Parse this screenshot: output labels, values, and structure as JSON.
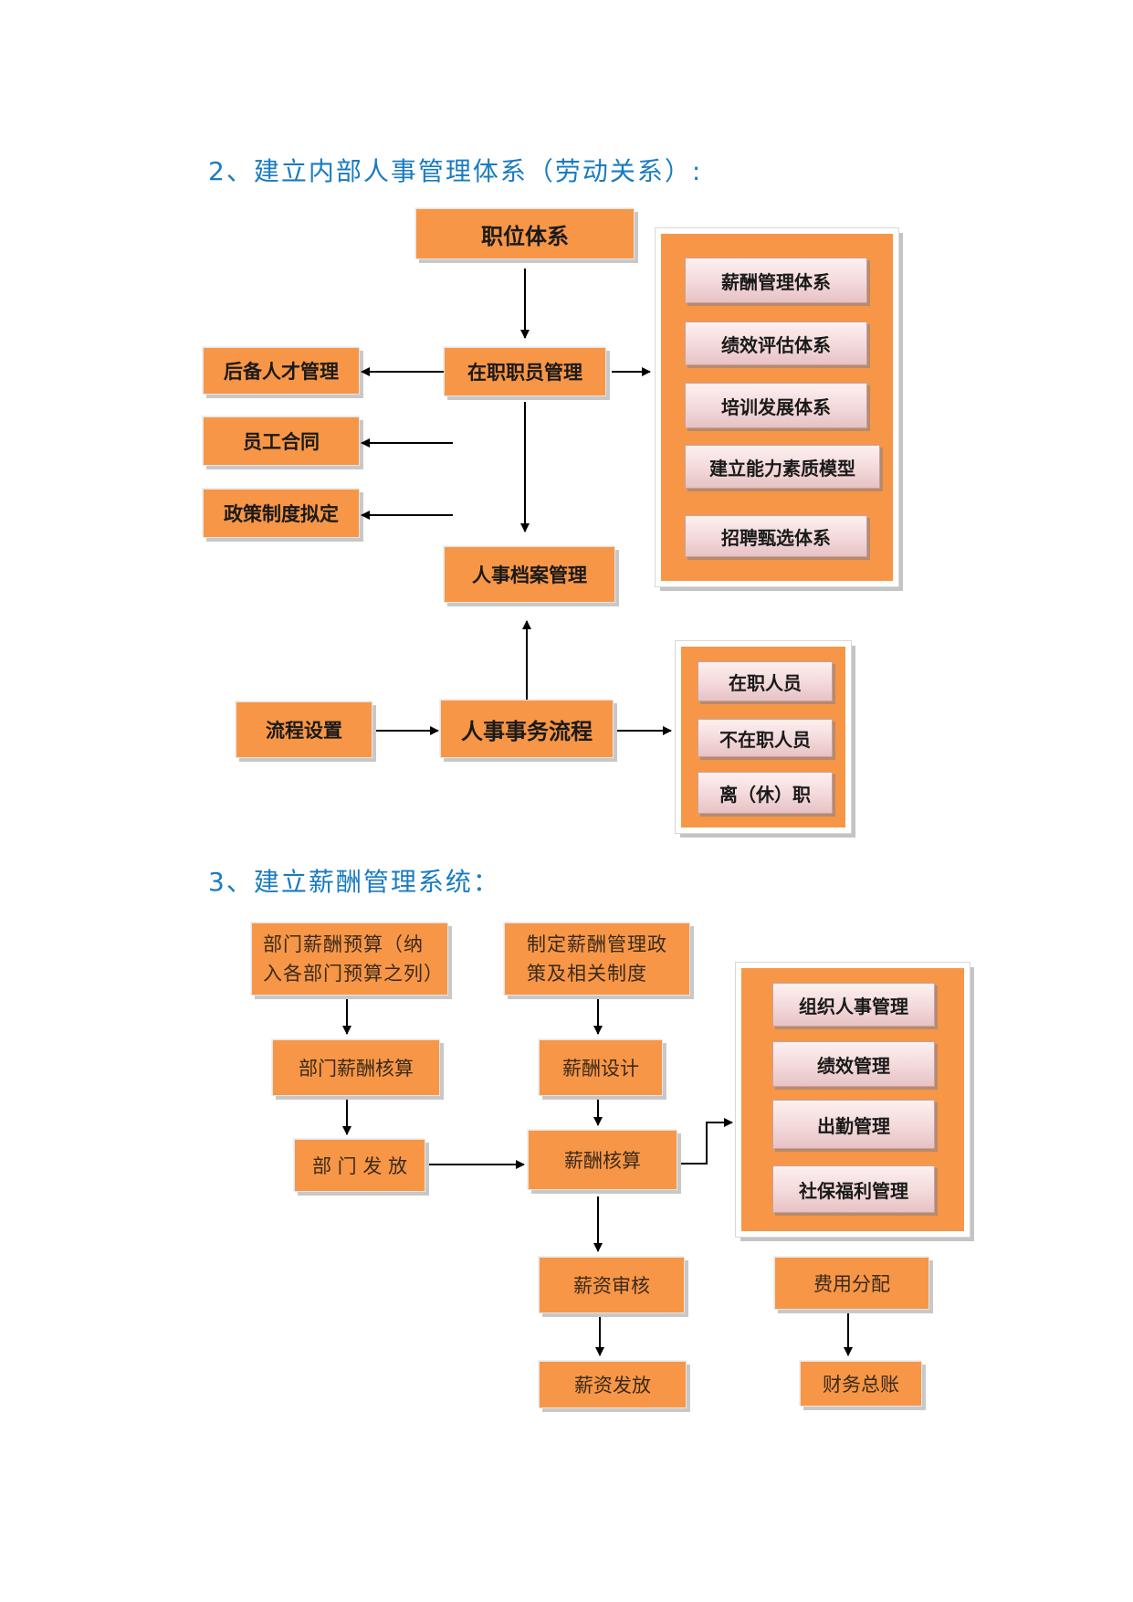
{
  "section2": {
    "title": "2、建立内部人事管理体系（劳动关系）:",
    "job_system": "职位体系",
    "staff_mgmt": "在职职员管理",
    "reserve_talent": "后备人才管理",
    "contract": "员工合同",
    "policy": "政策制度拟定",
    "archive": "人事档案管理",
    "process_setup": "流程设置",
    "affairs_process": "人事事务流程",
    "systems": [
      "薪酬管理体系",
      "绩效评估体系",
      "培训发展体系",
      "建立能力素质模型",
      "招聘甄选体系"
    ],
    "staff_status": [
      "在职人员",
      "不在职人员",
      "离（休）职"
    ]
  },
  "section3": {
    "title": "3、建立薪酬管理系统：",
    "dept_budget_l1": "部门薪酬预算（纳",
    "dept_budget_l2": "入各部门预算之列）",
    "policy_l1": "制定薪酬管理政",
    "policy_l2": "策及相关制度",
    "dept_calc": "部门薪酬核算",
    "design": "薪酬设计",
    "dept_issue": "部 门 发 放",
    "calc": "薪酬核算",
    "audit": "薪资审核",
    "issue": "薪资发放",
    "modules": [
      "组织人事管理",
      "绩效管理",
      "出勤管理",
      "社保福利管理"
    ],
    "cost_alloc": "费用分配",
    "ledger": "财务总账"
  },
  "colors": {
    "accent_orange": "#f79646",
    "heading_blue": "#1a7bc0",
    "pink_box": "#f3d9da"
  }
}
